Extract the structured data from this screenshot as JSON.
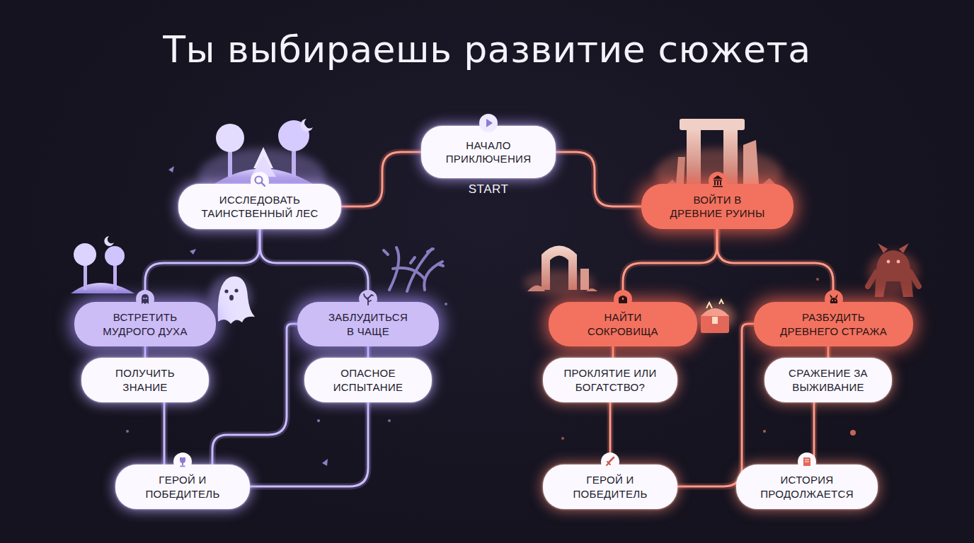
{
  "diagram": {
    "title": "Ты выбираешь развитие сюжета",
    "nodes": [
      {
        "text": [
          "НАЧАЛО ПРИКЛЮЧЕНИЯ",
          "START"
        ]
      },
      {
        "text": [
          "ИССЛЕДОВАТЬ ТАИНСТВЕННЫЙ ЛЕС"
        ]
      },
      {
        "text": [
          "ВОЙТИ В ДРЕВНИЕ РУИНЫ"
        ]
      },
      {
        "text": [
          "ВСТРЕТИТЬ МУДРОГО ДУХА"
        ]
      },
      {
        "text": [
          "ЗАБЛУДИТЬСЯ В ЧАЩЕ"
        ]
      },
      {
        "text": [
          "НАЙТИ СОКРОВИЩА"
        ]
      },
      {
        "text": [
          "РАЗБУДИТЬ ДРЕВНЕГО СТРАЖА"
        ]
      },
      {
        "text": [
          "ПОЛУЧИТЬ ЗНАНИЕ"
        ]
      },
      {
        "text": [
          "ОПАСНОЕ ИСПЫТАНИЕ"
        ]
      },
      {
        "text": [
          "ПРОКЛЯТИЕ ИЛИ БОГАТСТВО?"
        ]
      },
      {
        "text": [
          "СРАЖЕНИЕ ЗА ВЫЖИВАНИЕ"
        ]
      },
      {
        "text": [
          "ГЕРОЙ И ПОБЕДИТЕЛЬ"
        ]
      },
      {
        "text": [
          "ГЕРОЙ И ПОБЕДИТЕЛЬ"
        ]
      },
      {
        "text": [
          "ИСТОРИЯ ПРОДОЛЖАЕТСЯ"
        ]
      }
    ],
    "edges": [
      {
        "from": 0,
        "to": 1,
        "arrow": "none"
      },
      {
        "from": 0,
        "to": 2,
        "arrow": "none"
      },
      {
        "from": 1,
        "to": 3,
        "arrow": "none"
      },
      {
        "from": 1,
        "to": 4,
        "arrow": "none"
      },
      {
        "from": 3,
        "to": 7,
        "arrow": "none"
      },
      {
        "from": 4,
        "to": 8,
        "arrow": "none"
      },
      {
        "from": 7,
        "to": 11,
        "arrow": "none"
      },
      {
        "from": 4,
        "to": 11,
        "arrow": "none"
      },
      {
        "from": 8,
        "to": 11,
        "arrow": "none"
      },
      {
        "from": 2,
        "to": 5,
        "arrow": "none"
      },
      {
        "from": 2,
        "to": 6,
        "arrow": "none"
      },
      {
        "from": 5,
        "to": 9,
        "arrow": "none"
      },
      {
        "from": 6,
        "to": 10,
        "arrow": "none"
      },
      {
        "from": 9,
        "to": 12,
        "arrow": "none"
      },
      {
        "from": 6,
        "to": 12,
        "arrow": "none"
      },
      {
        "from": 10,
        "to": 13,
        "arrow": "none"
      }
    ]
  }
}
